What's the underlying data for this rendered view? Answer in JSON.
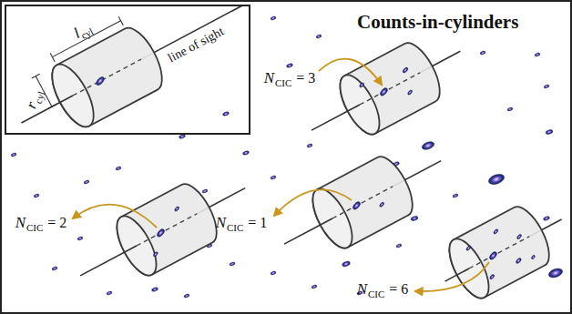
{
  "diagram": {
    "title": "Counts-in-cylinders",
    "nodes": [
      {
        "text": [
          "l",
          "cyl",
          "r",
          "cyl",
          "line of sight"
        ]
      }
    ],
    "labels": [
      "N",
      "CIC",
      "= 3",
      "N",
      "CIC",
      "= 2",
      "N",
      "CIC",
      "= 1",
      "N",
      "CIC",
      "= 6"
    ]
  }
}
